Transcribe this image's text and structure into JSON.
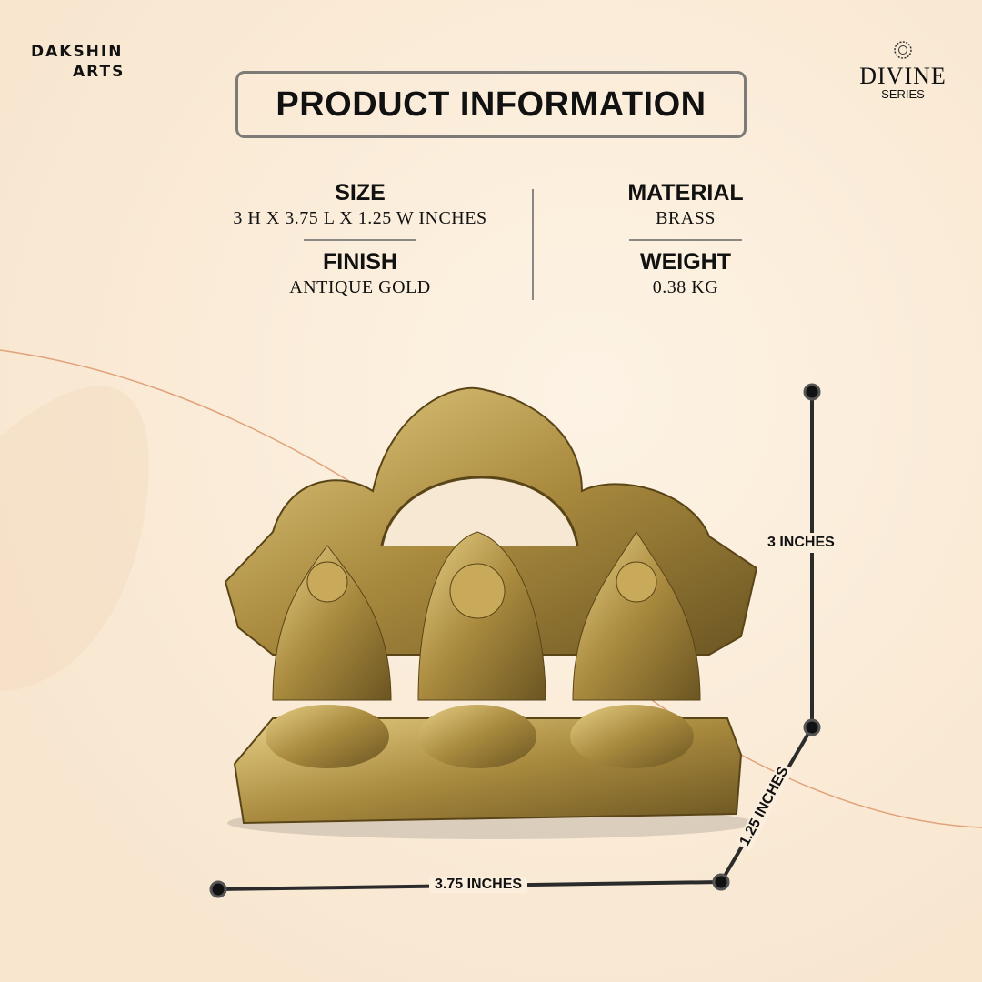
{
  "brand": {
    "logo_line1": "DAKSHIN",
    "logo_line2": "ARTS",
    "series_name": "DIVINE",
    "series_sub": "SERIES"
  },
  "title": "PRODUCT INFORMATION",
  "specs": [
    {
      "label": "SIZE",
      "value": "3  H X 3.75 L X 1.25 W INCHES"
    },
    {
      "label": "FINISH",
      "value": "ANTIQUE GOLD"
    },
    {
      "label": "MATERIAL",
      "value": "BRASS"
    },
    {
      "label": "WEIGHT",
      "value": "0.38 KG"
    }
  ],
  "dimensions": {
    "height": "3 INCHES",
    "depth": "1.25 INCHES",
    "length": "3.75 INCHES"
  },
  "colors": {
    "accent_line": "#e0a27a",
    "brass": "#b8974a",
    "text": "#111111"
  }
}
